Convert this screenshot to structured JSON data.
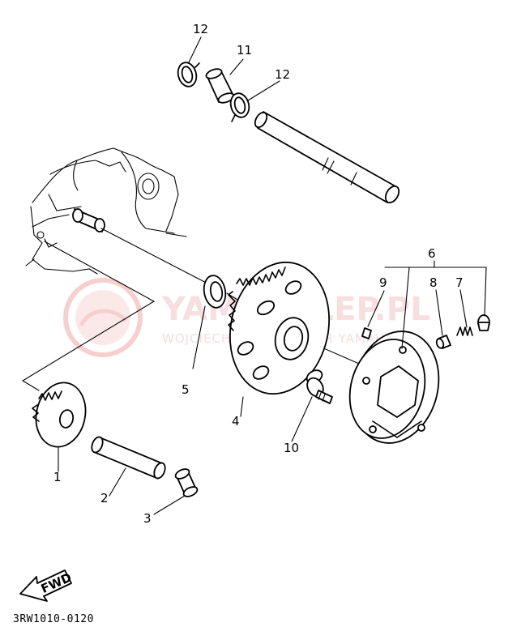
{
  "diagram": {
    "callouts": {
      "c1": "1",
      "c2": "2",
      "c3": "3",
      "c4": "4",
      "c5": "5",
      "c6": "6",
      "c7": "7",
      "c8": "8",
      "c9": "9",
      "c10": "10",
      "c11": "11",
      "c12a": "12",
      "c12b": "12"
    },
    "fwd_label": "FWD",
    "catalog_code": "3RW1010-0120"
  },
  "watermark": {
    "brand": "YAMASKLEP.PL",
    "tagline": "WOJCIECHOWSKI DEALER YAMAHA",
    "color": "#e46a6a"
  }
}
